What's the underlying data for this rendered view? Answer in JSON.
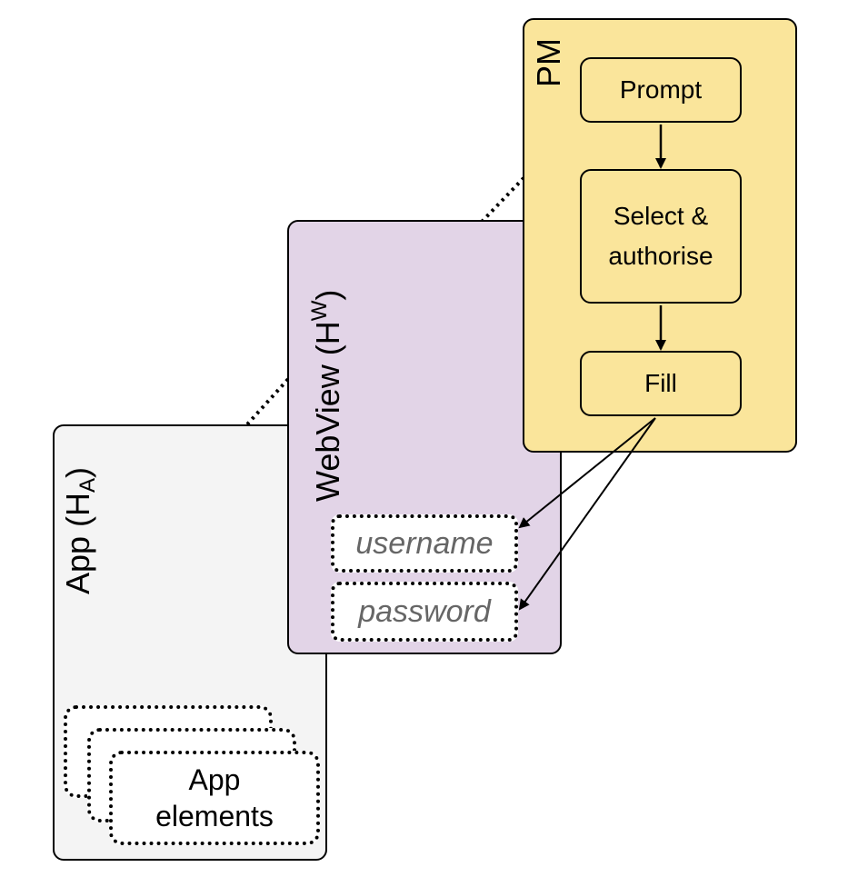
{
  "panels": {
    "app": {
      "label_main": "App (H",
      "label_sub": "A",
      "label_close": ")"
    },
    "webview": {
      "label_main": "WebView (H",
      "label_sup": "W",
      "label_close": ")"
    },
    "pm": {
      "label": "PM"
    }
  },
  "pm_steps": {
    "prompt": "Prompt",
    "select": "Select &\nauthorise",
    "fill": "Fill"
  },
  "webview_fields": {
    "username": "username",
    "password": "password"
  },
  "app_elements": {
    "label": "App\nelements"
  },
  "colors": {
    "app_panel": "#f4f4f4",
    "webview_panel": "#e2d4e7",
    "pm_panel": "#fae59b",
    "field_text": "#666666"
  }
}
